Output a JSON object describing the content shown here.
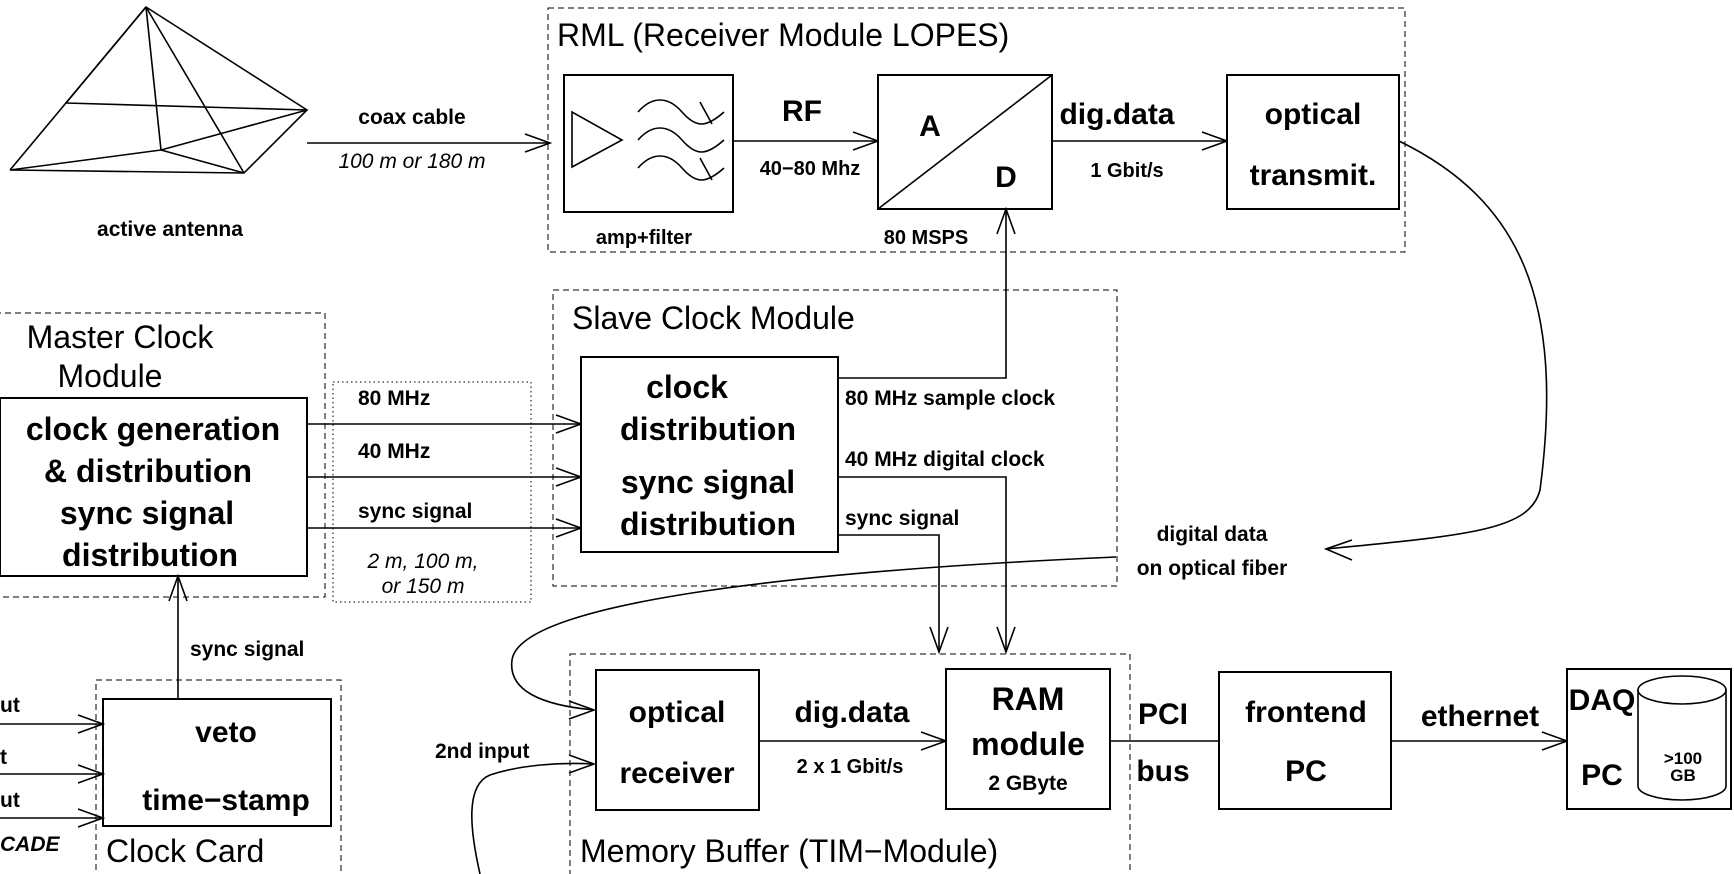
{
  "antenna": {
    "label": "active antenna"
  },
  "coax": {
    "label": "coax cable",
    "length": "100 m or 180 m"
  },
  "rml": {
    "title": "RML (Receiver Module LOPES)",
    "amp_label": "amp+filter",
    "rf_label": "RF",
    "rf_freq": "40−80 Mhz",
    "adc_a": "A",
    "adc_d": "D",
    "adc_rate": "80 MSPS",
    "digdata_label": "dig.data",
    "digdata_rate": "1 Gbit/s",
    "optical_line1": "optical",
    "optical_line2": "transmit."
  },
  "master_clock": {
    "title_line1": "Master Clock",
    "title_line2": "Module",
    "box_lines": [
      "clock generation",
      "& distribution",
      "sync signal",
      "distribution"
    ]
  },
  "cables": {
    "freq_80": "80 MHz",
    "freq_40": "40 MHz",
    "sync": "sync signal",
    "length_line1": "2 m, 100 m,",
    "length_line2": "or 150 m"
  },
  "slave_clock": {
    "title": "Slave Clock Module",
    "box_lines": [
      "clock",
      "distribution",
      "sync signal",
      "distribution"
    ],
    "out_80": "80 MHz sample clock",
    "out_40": "40 MHz digital clock",
    "out_sync": "sync signal"
  },
  "fiber": {
    "line1": "digital data",
    "line2": "on optical fiber"
  },
  "clock_card": {
    "title": "Clock Card",
    "veto": "veto",
    "timestamp": "time−stamp",
    "sync_up": "sync signal",
    "input1": "ut",
    "input2": "t",
    "input3": "ut",
    "input4": "CADE"
  },
  "memory_buffer": {
    "title": "Memory Buffer (TIM−Module)",
    "second_input": "2nd input",
    "optical_line1": "optical",
    "optical_line2": "receiver",
    "digdata_label": "dig.data",
    "digdata_rate": "2 x 1 Gbit/s",
    "ram_line1": "RAM",
    "ram_line2": "module",
    "ram_size": "2 GByte",
    "pci_line1": "PCI",
    "pci_line2": "bus"
  },
  "frontend": {
    "line1": "frontend",
    "line2": "PC"
  },
  "ethernet": {
    "label": "ethernet"
  },
  "daq": {
    "line1": "DAQ",
    "line2": "PC",
    "disk_line1": ">100",
    "disk_line2": "GB"
  }
}
